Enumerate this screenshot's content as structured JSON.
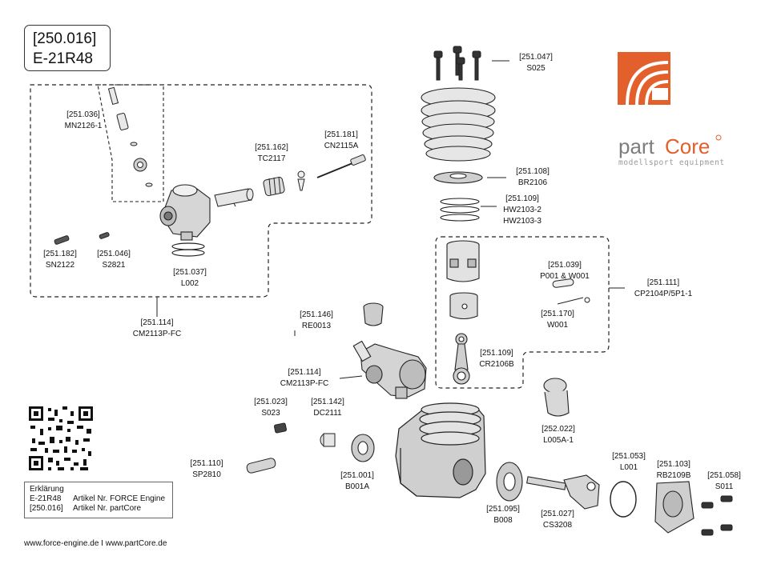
{
  "title": {
    "code": "[250.016]",
    "model": "E-21R48"
  },
  "brand": {
    "name": "part",
    "name_accent": "Core",
    "subtitle": "modellsport equipment",
    "accent": "#e35f2b"
  },
  "legend": {
    "heading": "Erklärung",
    "rows": [
      {
        "key": "E-21R48",
        "value": "Artikel Nr. FORCE Engine"
      },
      {
        "key": "[250.016]",
        "value": "Artikel Nr. partCore"
      }
    ]
  },
  "footer": "www.force-engine.de I www.partCore.de",
  "parts": {
    "p251036": {
      "num": "[251.036]",
      "code": "MN2126-1"
    },
    "p251162": {
      "num": "[251.162]",
      "code": "TC2117"
    },
    "p251181": {
      "num": "[251.181]",
      "code": "CN2115A"
    },
    "p251182": {
      "num": "[251.182]",
      "code": "SN2122"
    },
    "p251046": {
      "num": "[251.046]",
      "code": "S2821"
    },
    "p251037": {
      "num": "[251.037]",
      "code": "L002"
    },
    "p251114a": {
      "num": "[251.114]",
      "code": "CM2113P-FC"
    },
    "p251047": {
      "num": "[251.047]",
      "code": "S025"
    },
    "p251108": {
      "num": "[251.108]",
      "code": "BR2106"
    },
    "p251109a": {
      "num": "[251.109]",
      "code": "HW2103-2",
      "code2": "HW2103-3"
    },
    "p251039": {
      "num": "[251.039]",
      "code": "P001 & W001"
    },
    "p251170": {
      "num": "[251.170]",
      "code": "W001"
    },
    "p251111": {
      "num": "[251.111]",
      "code": "CP2104P/5P1-1"
    },
    "p251109b": {
      "num": "[251.109]",
      "code": "CR2106B"
    },
    "p251146": {
      "num": "[251.146]",
      "code": "RE0013"
    },
    "p251114b": {
      "num": "[251.114]",
      "code": "CM2113P-FC"
    },
    "p251023": {
      "num": "[251.023]",
      "code": "S023"
    },
    "p251142": {
      "num": "[251.142]",
      "code": "DC2111"
    },
    "p252022": {
      "num": "[252.022]",
      "code": "L005A-1"
    },
    "p251110": {
      "num": "[251.110]",
      "code": "SP2810"
    },
    "p251001": {
      "num": "[251.001]",
      "code": "B001A"
    },
    "p251053": {
      "num": "[251.053]",
      "code": "L001"
    },
    "p251103": {
      "num": "[251.103]",
      "code": "RB2109B"
    },
    "p251058": {
      "num": "[251.058]",
      "code": "S011"
    },
    "p251095": {
      "num": "[251.095]",
      "code": "B008"
    },
    "p251027": {
      "num": "[251.027]",
      "code": "CS3208"
    }
  }
}
